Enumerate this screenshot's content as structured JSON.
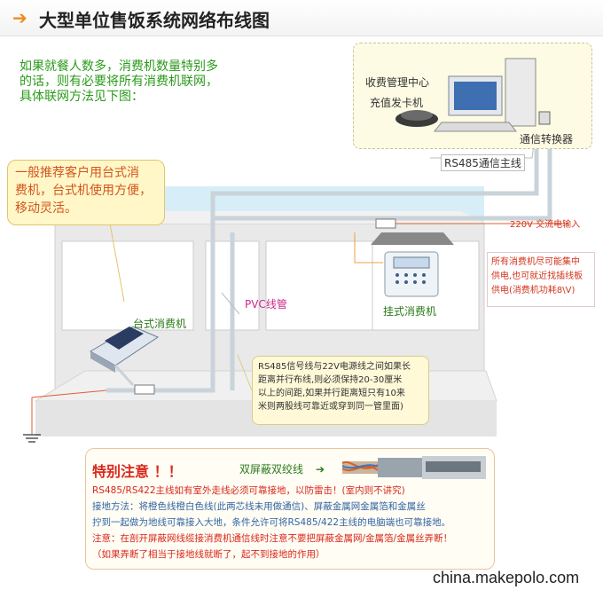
{
  "header": {
    "title": "大型单位售饭系统网络布线图"
  },
  "intro": {
    "lines": [
      "如果就餐人数多，消费机数量特别多",
      "的话，则有必要将所有消费机联网，",
      "具体联网方法见下图："
    ]
  },
  "center": {
    "label1": "收费管理中心",
    "label2": "充值发卡机",
    "converter": "通信转换器"
  },
  "lines": {
    "rs485_main": "RS485通信主线",
    "power_input": "220V 交流电输入",
    "pvc": "PVC线管"
  },
  "bubble": {
    "lines": [
      "一般推荐客户用台式消",
      "费机，台式机使用方便，",
      "移动灵活。"
    ]
  },
  "devices": {
    "desktop": "台式消费机",
    "wall": "挂式消费机"
  },
  "side_note": {
    "lines": [
      "所有消费机尽可能集中",
      "供电,也可就近找插线板",
      "供电(消费机功耗8\\V)"
    ]
  },
  "rs_note": {
    "lines": [
      "RS485信号线与22V电源线之间如果长",
      "距离并行布线,则必须保持20-30厘米",
      "以上的间距,如果并行距离短只有10来",
      "米则两股线可靠近或穿到同一管里面)"
    ]
  },
  "warning": {
    "title": "特别注意 ！！",
    "cable_label": "双屏蔽双绞线",
    "line1": "RS485/RS422主线如有室外走线必须可靠接地，以防雷击！(室内则不讲究)",
    "line2": "接地方法：将橙色线橙白色线(此两芯线未用做通信)、屏蔽金属网金属箔和金属丝",
    "line3": "拧到一起做为地线可靠接入大地，条件允许可将RS485/422主线的电脑端也可靠接地。",
    "line4": "注意：在剖开屏蔽网线缆接消费机通信线时注意不要把屏蔽金属网/金属箔/金属丝弄断！",
    "line5": "（如果弄断了相当于接地线就断了，起不到接地的作用）"
  },
  "footer": {
    "watermark": "china.makepolo.com"
  },
  "colors": {
    "accent": "#f08a1c",
    "green": "#2e8b1e",
    "red": "#d9281c",
    "wire": "#c8d2d8"
  }
}
